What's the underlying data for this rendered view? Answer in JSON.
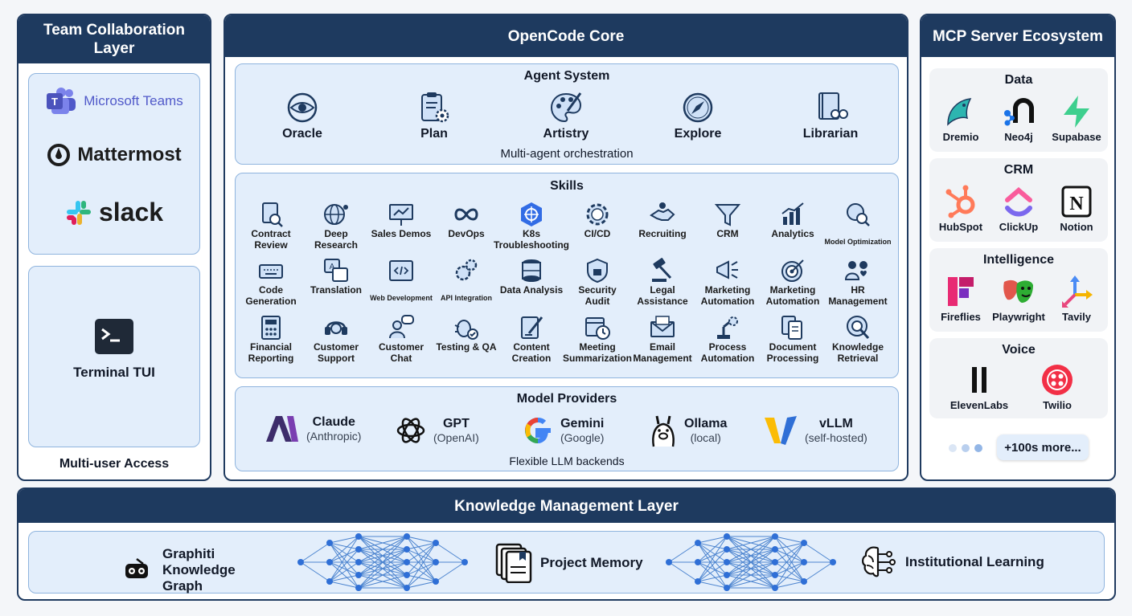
{
  "colors": {
    "navy": "#1e3a5f",
    "panel_bg": "#e3eefb",
    "accent_blue": "#2f6fd6"
  },
  "team": {
    "title": "Team Collaboration Layer",
    "logos": [
      {
        "name": "Microsoft Teams",
        "icon": "teams-icon"
      },
      {
        "name": "Mattermost",
        "icon": "mattermost-icon"
      },
      {
        "name": "slack",
        "icon": "slack-icon"
      }
    ],
    "terminal_label": "Terminal TUI",
    "footer": "Multi-user Access"
  },
  "core": {
    "title": "OpenCode Core",
    "agent_system": {
      "title": "Agent System",
      "agents": [
        {
          "label": "Oracle",
          "icon": "eye-icon"
        },
        {
          "label": "Plan",
          "icon": "clipboard-gear-icon"
        },
        {
          "label": "Artistry",
          "icon": "palette-icon"
        },
        {
          "label": "Explore",
          "icon": "compass-icon"
        },
        {
          "label": "Librarian",
          "icon": "book-glasses-icon"
        }
      ],
      "caption": "Multi-agent orchestration"
    },
    "skills": {
      "title": "Skills",
      "rows": [
        [
          {
            "label": "Contract Review",
            "icon": "document-search-icon"
          },
          {
            "label": "Deep Research",
            "icon": "globe-network-icon"
          },
          {
            "label": "Sales Demos",
            "icon": "presentation-icon"
          },
          {
            "label": "DevOps",
            "icon": "infinity-icon"
          },
          {
            "label": "K8s Troubleshooting",
            "icon": "kubernetes-icon"
          },
          {
            "label": "CI/CD",
            "icon": "gear-cicd-icon"
          },
          {
            "label": "Recruiting",
            "icon": "handshake-icon"
          },
          {
            "label": "CRM",
            "icon": "funnel-icon"
          },
          {
            "label": "Analytics",
            "icon": "bar-chart-icon"
          },
          {
            "label": "Model Optimization",
            "icon": "brain-search-icon"
          }
        ],
        [
          {
            "label": "Code Generation",
            "icon": "keyboard-icon"
          },
          {
            "label": "Translation",
            "icon": "translate-icon"
          },
          {
            "label": "Web Development",
            "icon": "code-window-icon"
          },
          {
            "label": "API Integration",
            "icon": "gears-icon"
          },
          {
            "label": "Data Analysis",
            "icon": "database-icon"
          },
          {
            "label": "Security Audit",
            "icon": "shield-lock-icon"
          },
          {
            "label": "Legal Assistance",
            "icon": "gavel-icon"
          },
          {
            "label": "Marketing Automation",
            "icon": "megaphone-icon"
          },
          {
            "label": "Marketing Automation",
            "icon": "target-icon"
          },
          {
            "label": "HR Management",
            "icon": "people-heart-icon"
          }
        ],
        [
          {
            "label": "Financial Reporting",
            "icon": "calculator-icon"
          },
          {
            "label": "Customer Support",
            "icon": "headset-icon"
          },
          {
            "label": "Customer Chat",
            "icon": "chat-person-icon"
          },
          {
            "label": "Testing & QA",
            "icon": "bug-check-icon"
          },
          {
            "label": "Content Creation",
            "icon": "pen-document-icon"
          },
          {
            "label": "Meeting Summarization",
            "icon": "calendar-clock-icon"
          },
          {
            "label": "Email Management",
            "icon": "envelope-icon"
          },
          {
            "label": "Process Automation",
            "icon": "robot-arm-icon"
          },
          {
            "label": "Document Processing",
            "icon": "documents-icon"
          },
          {
            "label": "Knowledge Retrieval",
            "icon": "brain-magnifier-icon"
          }
        ]
      ]
    },
    "providers": {
      "title": "Model Providers",
      "items": [
        {
          "name": "Claude",
          "sub": "(Anthropic)",
          "icon": "anthropic-icon"
        },
        {
          "name": "GPT",
          "sub": "(OpenAI)",
          "icon": "openai-icon"
        },
        {
          "name": "Gemini",
          "sub": "(Google)",
          "icon": "google-icon"
        },
        {
          "name": "Ollama",
          "sub": "(local)",
          "icon": "llama-icon"
        },
        {
          "name": "vLLM",
          "sub": "(self-hosted)",
          "icon": "vllm-icon"
        }
      ],
      "caption": "Flexible LLM backends"
    }
  },
  "mcp": {
    "title": "MCP Server Ecosystem",
    "groups": [
      {
        "title": "Data",
        "items": [
          {
            "label": "Dremio",
            "icon": "dremio-icon"
          },
          {
            "label": "Neo4j",
            "icon": "neo4j-icon"
          },
          {
            "label": "Supabase",
            "icon": "supabase-icon"
          }
        ]
      },
      {
        "title": "CRM",
        "items": [
          {
            "label": "HubSpot",
            "icon": "hubspot-icon"
          },
          {
            "label": "ClickUp",
            "icon": "clickup-icon"
          },
          {
            "label": "Notion",
            "icon": "notion-icon"
          }
        ]
      },
      {
        "title": "Intelligence",
        "items": [
          {
            "label": "Fireflies",
            "icon": "fireflies-icon"
          },
          {
            "label": "Playwright",
            "icon": "playwright-icon"
          },
          {
            "label": "Tavily",
            "icon": "tavily-icon"
          }
        ]
      },
      {
        "title": "Voice",
        "items": [
          {
            "label": "ElevenLabs",
            "icon": "elevenlabs-icon"
          },
          {
            "label": "Twilio",
            "icon": "twilio-icon"
          }
        ]
      }
    ],
    "more": "+100s more..."
  },
  "knowledge": {
    "title": "Knowledge Management Layer",
    "items": [
      {
        "label": "Graphiti Knowledge Graph",
        "icon": "robot-graph-icon"
      },
      {
        "label": "Project Memory",
        "icon": "stacked-docs-icon"
      },
      {
        "label": "Institutional Learning",
        "icon": "brain-circuit-icon"
      }
    ]
  }
}
